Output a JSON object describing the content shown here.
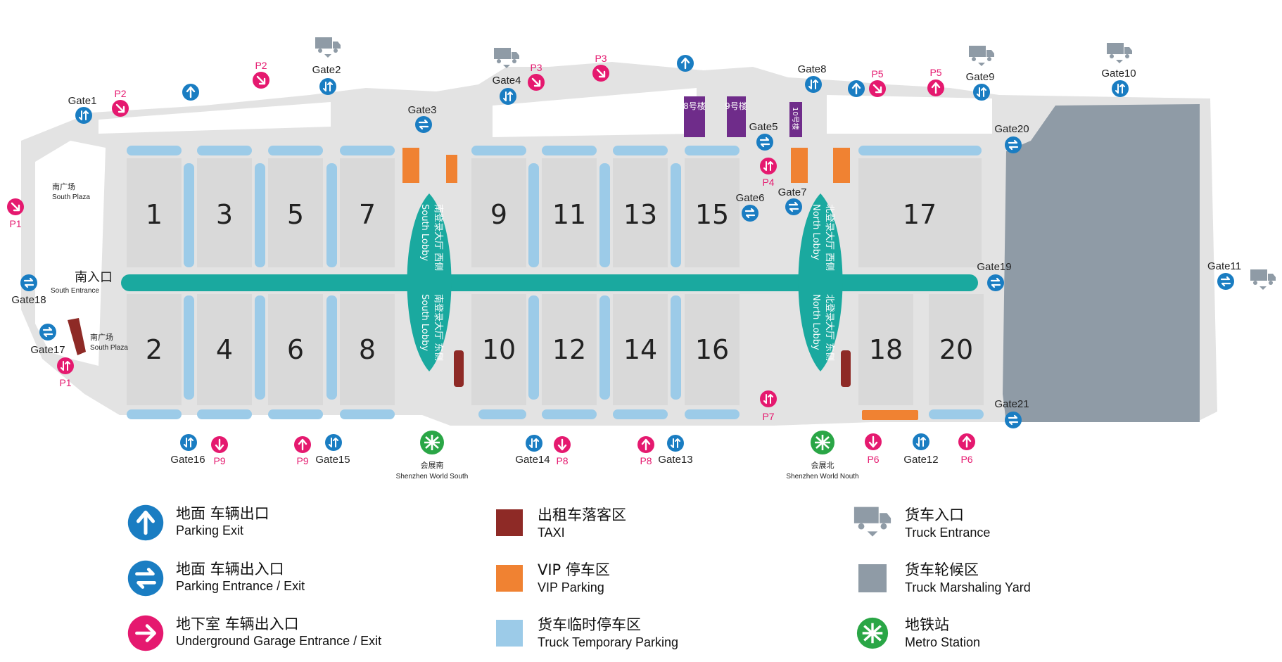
{
  "halls": {
    "north_row": [
      "1",
      "3",
      "5",
      "7",
      "9",
      "11",
      "13",
      "15",
      "17"
    ],
    "south_row": [
      "2",
      "4",
      "6",
      "8",
      "10",
      "12",
      "14",
      "16",
      "18",
      "20"
    ]
  },
  "gates": {
    "gate1": "Gate1",
    "gate2": "Gate2",
    "gate3": "Gate3",
    "gate4": "Gate4",
    "gate5": "Gate5",
    "gate6": "Gate6",
    "gate7": "Gate7",
    "gate8": "Gate8",
    "gate9": "Gate9",
    "gate10": "Gate10",
    "gate11": "Gate11",
    "gate12": "Gate12",
    "gate13": "Gate13",
    "gate14": "Gate14",
    "gate15": "Gate15",
    "gate16": "Gate16",
    "gate17": "Gate17",
    "gate18": "Gate18",
    "gate19": "Gate19",
    "gate20": "Gate20",
    "gate21": "Gate21"
  },
  "parking": {
    "p1": "P1",
    "p2": "P2",
    "p3": "P3",
    "p4": "P4",
    "p5": "P5",
    "p6": "P6",
    "p7": "P7",
    "p8": "P8",
    "p9": "P9"
  },
  "places": {
    "south_plaza_cn": "南广场",
    "south_plaza_en": "South Plaza",
    "south_entrance_cn": "南入口",
    "south_entrance_en": "South Entrance",
    "south_lobby_west_cn": "南登录大厅 西侧",
    "south_lobby_east_cn": "南登录大厅 东侧",
    "south_lobby_en": "South Lobby",
    "north_lobby_west_cn": "北登录大厅 西侧",
    "north_lobby_east_cn": "北登录大厅 东侧",
    "north_lobby_en": "North Lobby",
    "building8": "8号楼",
    "building9": "9号楼",
    "building10": "10号楼",
    "metro_south_cn": "会展南",
    "metro_south_en": "Shenzhen World South",
    "metro_north_cn": "会展北",
    "metro_north_en": "Shenzhen World Nouth"
  },
  "legend": [
    {
      "cn": "地面 车辆出口",
      "en": "Parking Exit",
      "icon": "parking-exit-icon"
    },
    {
      "cn": "地面 车辆出入口",
      "en": "Parking Entrance / Exit",
      "icon": "parking-entrance-exit-icon"
    },
    {
      "cn": "地下室 车辆出入口",
      "en": "Underground Garage Entrance / Exit",
      "icon": "underground-garage-icon"
    },
    {
      "cn": "出租车落客区",
      "en": "TAXI",
      "icon": "taxi-swatch"
    },
    {
      "cn": "VIP 停车区",
      "en": "VIP Parking",
      "icon": "vip-parking-swatch"
    },
    {
      "cn": "货车临时停车区",
      "en": "Truck Temporary Parking",
      "icon": "truck-temporary-parking-swatch"
    },
    {
      "cn": "货车入口",
      "en": "Truck Entrance",
      "icon": "truck-icon"
    },
    {
      "cn": "货车轮候区",
      "en": "Truck Marshaling Yard",
      "icon": "marshaling-yard-swatch"
    },
    {
      "cn": "地铁站",
      "en": "Metro Station",
      "icon": "metro-icon"
    }
  ],
  "colors": {
    "teal": "#1aa99f",
    "blue": "#1a7dc2",
    "pink": "#e5196f",
    "taxi": "#8e2a26",
    "vip": "#f08232",
    "truck_parking": "#9ccbe8",
    "yard": "#8f9ba6",
    "metro": "#2aa646",
    "purple": "#6f2c8a",
    "hall": "#d9d9d9",
    "road": "#c9c9c9"
  }
}
